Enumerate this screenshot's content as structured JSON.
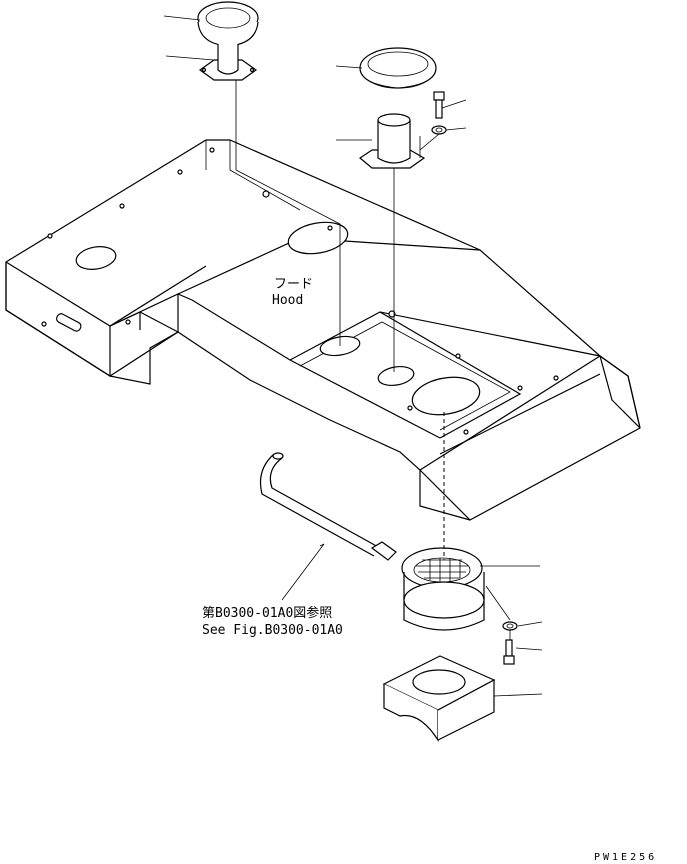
{
  "labels": {
    "hood_jp": "フード",
    "hood_en": "Hood",
    "ref_jp": "第B0300-01A0図参照",
    "ref_en": "See Fig.B0300-01A0",
    "drawing_code": "PW1E256"
  }
}
